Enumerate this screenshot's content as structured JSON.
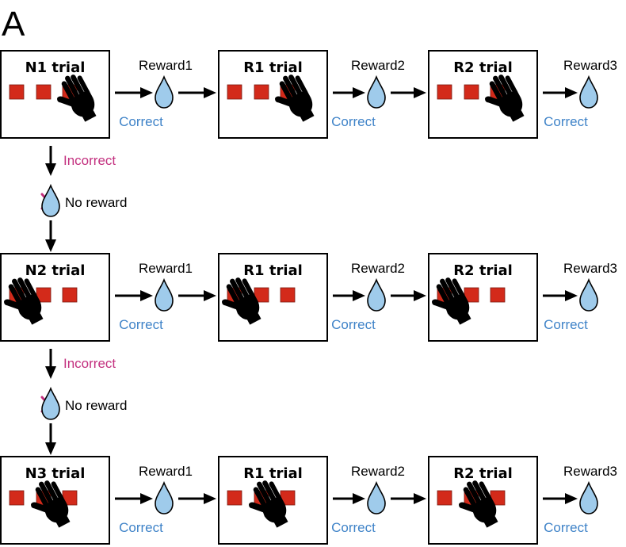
{
  "panel_label": "A",
  "rows": [
    {
      "trials": [
        {
          "title": "N1 trial",
          "hand_target": 2
        },
        {
          "title": "R1 trial",
          "hand_target": 2
        },
        {
          "title": "R2 trial",
          "hand_target": 2
        }
      ],
      "rewards": [
        {
          "label": "Reward1",
          "outcome": "Correct"
        },
        {
          "label": "Reward2",
          "outcome": "Correct"
        },
        {
          "label": "Reward3",
          "outcome": "Correct"
        }
      ]
    },
    {
      "trials": [
        {
          "title": "N2 trial",
          "hand_target": 0
        },
        {
          "title": "R1 trial",
          "hand_target": 0
        },
        {
          "title": "R2 trial",
          "hand_target": 0
        }
      ],
      "rewards": [
        {
          "label": "Reward1",
          "outcome": "Correct"
        },
        {
          "label": "Reward2",
          "outcome": "Correct"
        },
        {
          "label": "Reward3",
          "outcome": "Correct"
        }
      ]
    },
    {
      "trials": [
        {
          "title": "N3 trial",
          "hand_target": 1
        },
        {
          "title": "R1 trial",
          "hand_target": 1
        },
        {
          "title": "R2 trial",
          "hand_target": 1
        }
      ],
      "rewards": [
        {
          "label": "Reward1",
          "outcome": "Correct"
        },
        {
          "label": "Reward2",
          "outcome": "Correct"
        },
        {
          "label": "Reward3",
          "outcome": "Correct"
        }
      ]
    }
  ],
  "transitions": [
    {
      "outcome": "Incorrect",
      "reward": "No reward"
    },
    {
      "outcome": "Incorrect",
      "reward": "No reward"
    }
  ],
  "colors": {
    "target": "#d32a1a",
    "drop": "#9fcbeb",
    "correct": "#3f83c8",
    "incorrect": "#c3307f"
  },
  "icons": [
    "hand-icon",
    "water-drop-icon",
    "cross-icon",
    "arrow-icon"
  ]
}
